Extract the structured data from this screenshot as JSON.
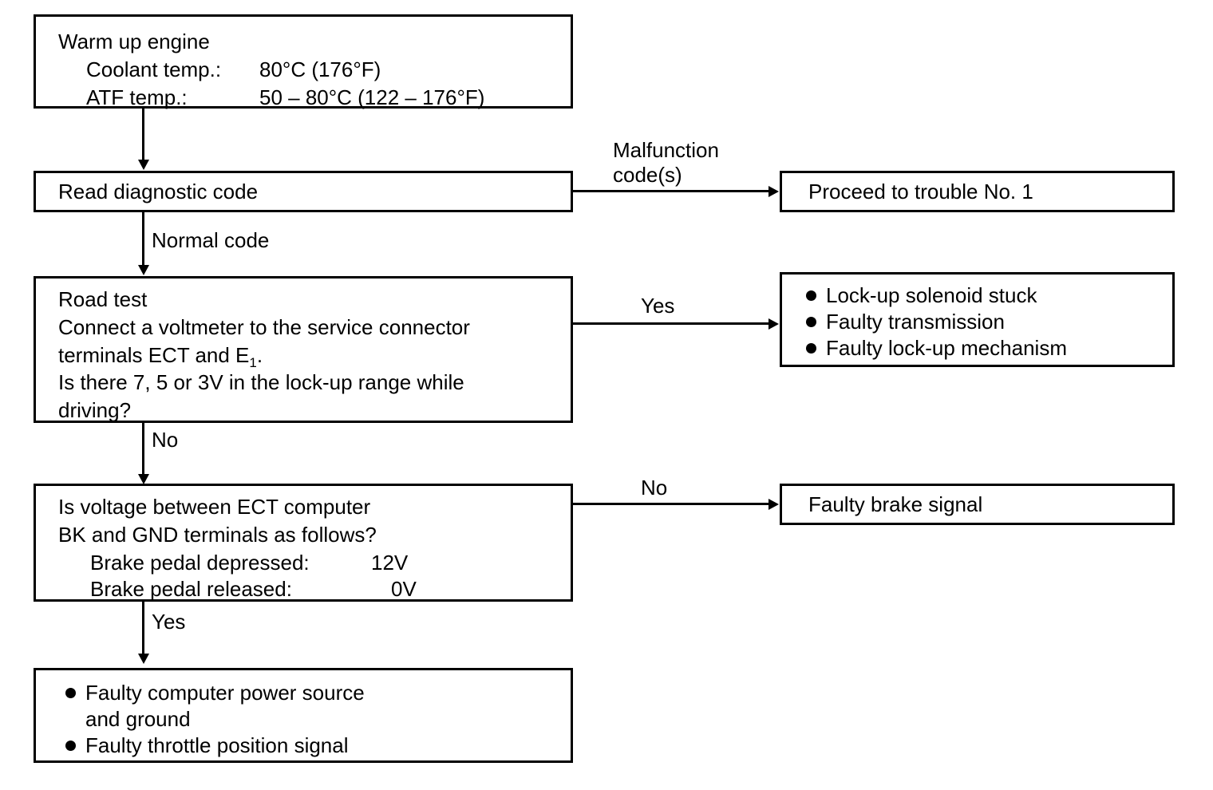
{
  "diagram": {
    "title": "ECT lock-up diagnostic flowchart",
    "stroke_color": "#000000",
    "background_color": "#ffffff"
  },
  "nodes": {
    "warm_up": {
      "line1": "Warm up engine",
      "line2_label": "Coolant temp.:",
      "line2_value": "80°C (176°F)",
      "line3_label": "ATF temp.:",
      "line3_value": "50 – 80°C (122 – 176°F)"
    },
    "read_code": {
      "line1": "Read diagnostic code"
    },
    "proceed_trouble": {
      "line1": "Proceed to trouble No. 1"
    },
    "road_test": {
      "line1": "Road test",
      "line2": "Connect a voltmeter to the service connector",
      "line3_a": "terminals ECT and E",
      "line3_sub": "1",
      "line3_b": ".",
      "line4": "Is there 7, 5 or 3V in the lock-up range while",
      "line5": "driving?"
    },
    "lockup_faults": {
      "item1": "Lock-up solenoid stuck",
      "item2": "Faulty transmission",
      "item3": "Faulty lock-up mechanism"
    },
    "brake_voltage": {
      "line1": "Is voltage between ECT computer",
      "line2": "BK and GND terminals as follows?",
      "line3_label": "Brake pedal depressed:",
      "line3_value": "12V",
      "line4_label": "Brake pedal released:",
      "line4_value": "0V"
    },
    "faulty_brake": {
      "line1": "Faulty brake signal"
    },
    "power_faults": {
      "item1_a": "Faulty computer power source",
      "item1_b": "and ground",
      "item2": "Faulty throttle position signal"
    }
  },
  "edges": {
    "warm_to_read": {
      "label": ""
    },
    "read_to_trouble": {
      "label_line1": "Malfunction",
      "label_line2": "code(s)"
    },
    "read_to_roadtest": {
      "label": "Normal code"
    },
    "roadtest_to_lockup": {
      "label": "Yes"
    },
    "roadtest_to_brakevoltage": {
      "label": "No"
    },
    "brakevoltage_to_faultybrake": {
      "label": "No"
    },
    "brakevoltage_to_powerfaults": {
      "label": "Yes"
    }
  }
}
